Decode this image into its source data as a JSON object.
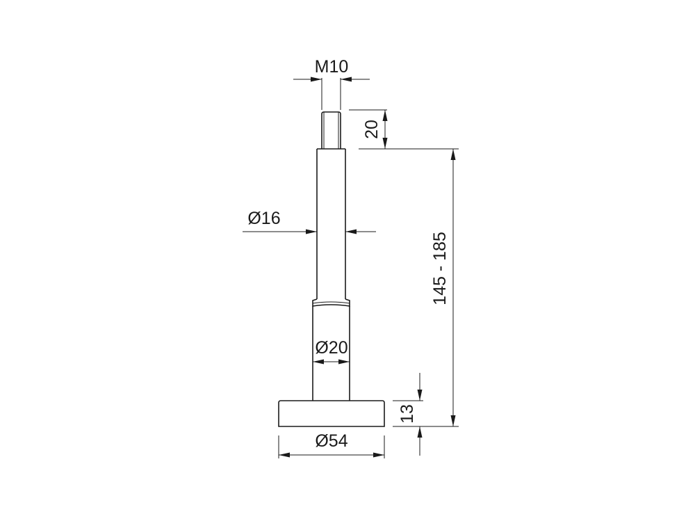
{
  "dimensions": {
    "thread": "M10",
    "thread_length": "20",
    "upper_shaft_diameter": "Ø16",
    "lower_shaft_diameter": "Ø20",
    "base_diameter": "Ø54",
    "base_height": "13",
    "adjust_range": "145 - 185"
  }
}
